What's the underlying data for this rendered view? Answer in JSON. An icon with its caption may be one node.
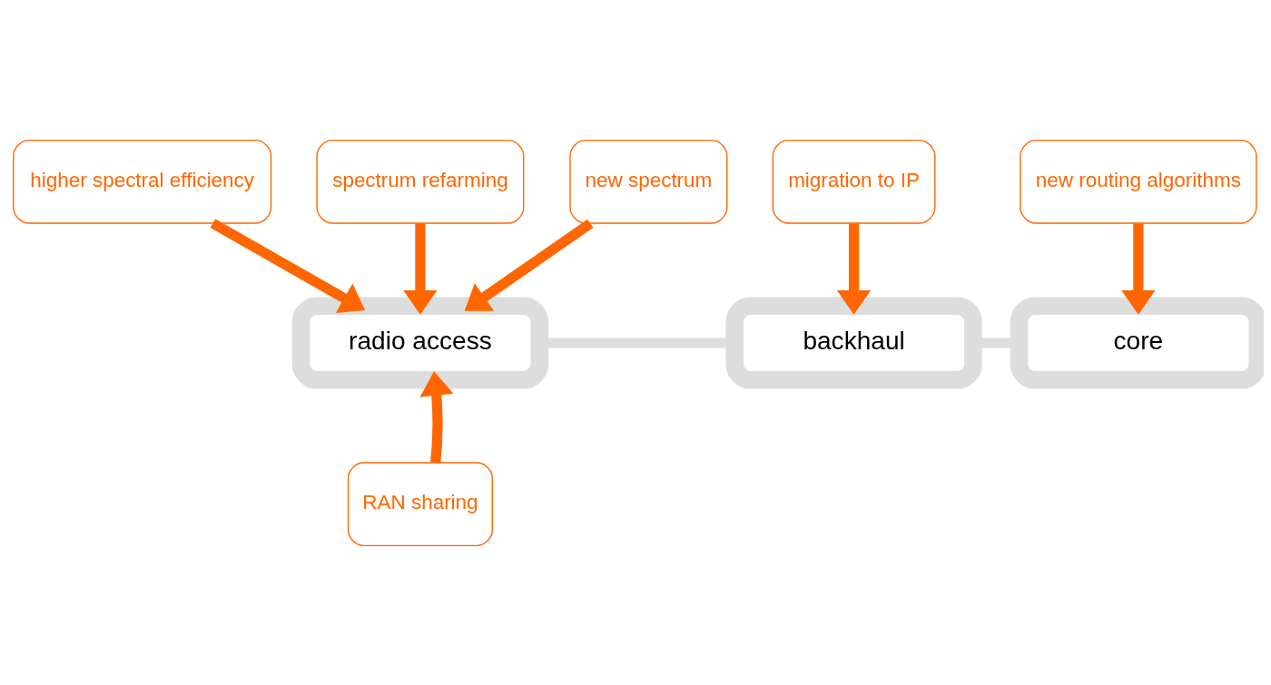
{
  "diagram": {
    "nodes": [
      {
        "text": [
          "higher spectral efficiency"
        ]
      },
      {
        "text": [
          "spectrum refarming"
        ]
      },
      {
        "text": [
          "new spectrum"
        ]
      },
      {
        "text": [
          "migration to IP"
        ]
      },
      {
        "text": [
          "new routing algorithms"
        ]
      },
      {
        "text": [
          "radio access"
        ]
      },
      {
        "text": [
          "backhaul"
        ]
      },
      {
        "text": [
          "core"
        ]
      },
      {
        "text": [
          "RAN sharing"
        ]
      }
    ],
    "edges": [
      {
        "from": 0,
        "to": 5,
        "arrow": "to"
      },
      {
        "from": 1,
        "to": 5,
        "arrow": "to"
      },
      {
        "from": 2,
        "to": 5,
        "arrow": "to"
      },
      {
        "from": 3,
        "to": 6,
        "arrow": "to"
      },
      {
        "from": 4,
        "to": 7,
        "arrow": "to"
      },
      {
        "from": 8,
        "to": 5,
        "arrow": "to"
      },
      {
        "from": 5,
        "to": 6,
        "arrow": "none",
        "color": "#dddddd"
      },
      {
        "from": 6,
        "to": 7,
        "arrow": "none",
        "color": "#dddddd"
      }
    ]
  }
}
